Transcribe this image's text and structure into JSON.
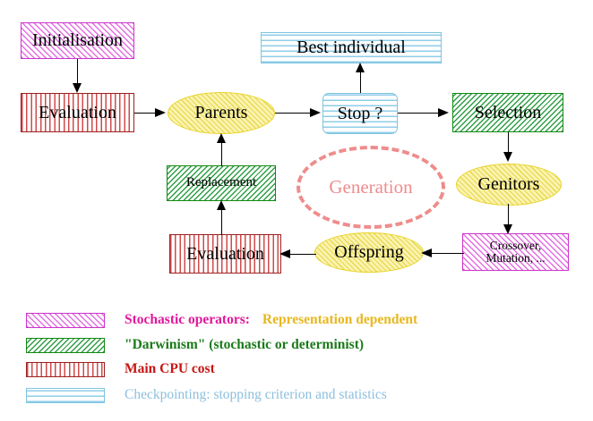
{
  "diagram": {
    "title_text_color": "#000000",
    "nodes": {
      "initialisation": {
        "label": "Initialisation",
        "shape": "rect",
        "fill": "magenta-hatch"
      },
      "evaluation_top": {
        "label": "Evaluation",
        "shape": "rect",
        "fill": "red-vertical-stripes"
      },
      "parents": {
        "label": "Parents",
        "shape": "ellipse",
        "fill": "yellow-hatch"
      },
      "best_individual": {
        "label": "Best individual",
        "shape": "rect",
        "fill": "blue-horizontal-stripes"
      },
      "stop": {
        "label": "Stop ?",
        "shape": "rounded-rect",
        "fill": "blue-horizontal-stripes"
      },
      "selection": {
        "label": "Selection",
        "shape": "rect",
        "fill": "green-hatch"
      },
      "genitors": {
        "label": "Genitors",
        "shape": "ellipse",
        "fill": "yellow-hatch"
      },
      "crossover_mutation": {
        "label": "Crossover,\nMutation, ...",
        "shape": "rect",
        "fill": "magenta-hatch"
      },
      "offspring": {
        "label": "Offspring",
        "shape": "ellipse",
        "fill": "yellow-hatch"
      },
      "evaluation_bottom": {
        "label": "Evaluation",
        "shape": "rect",
        "fill": "red-vertical-stripes"
      },
      "replacement": {
        "label": "Replacement",
        "shape": "rect",
        "fill": "green-hatch"
      },
      "generation": {
        "label": "Generation",
        "shape": "dashed-ellipse",
        "fill": "none",
        "color": "#ef8c8c"
      }
    }
  },
  "legend": {
    "rows": [
      {
        "swatch": "magenta-hatch",
        "text": "Stochastic operators:",
        "text2": "Representation dependent",
        "color": "#e0189c",
        "color2": "#e8b71e"
      },
      {
        "swatch": "green-hatch",
        "text": "\"Darwinism\" (stochastic or determinist)",
        "color": "#1a7a1a"
      },
      {
        "swatch": "red-vertical-stripes",
        "text": "Main CPU cost",
        "color": "#c81414"
      },
      {
        "swatch": "blue-horizontal-stripes",
        "text": "Checkpointing: stopping criterion and statistics",
        "color": "#8cbfdd"
      }
    ]
  },
  "colors": {
    "magenta": "#cc33cc",
    "green": "#118811",
    "red": "#9d1f1f",
    "blue": "#7fc4e0",
    "yellow": "#e8d32a",
    "pink": "#ef8c8c",
    "background": "#ffffff"
  }
}
